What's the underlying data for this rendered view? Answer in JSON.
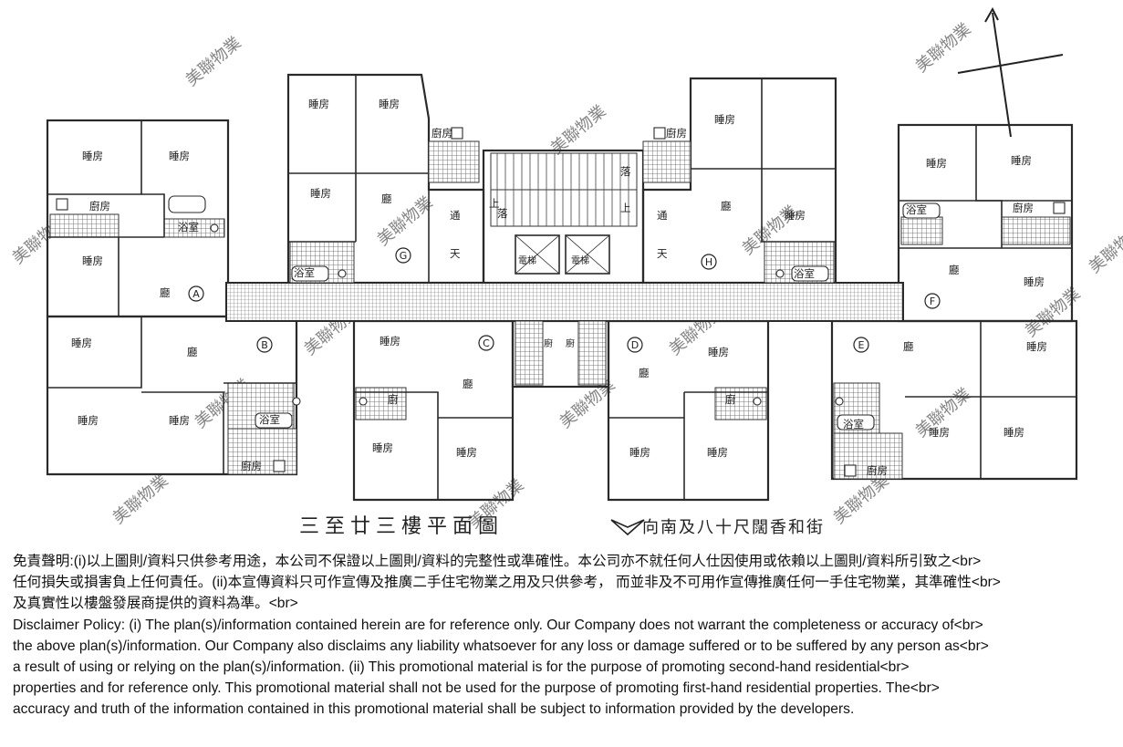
{
  "plan": {
    "title": "三至廿三樓平面圖",
    "orientation_note": "向南及八十尺闊香和街",
    "watermark_text": "美聯物業",
    "colors": {
      "ink": "#2a2a2a",
      "hatch": "#555555",
      "watermark": "#c8c8c8"
    },
    "labels": {
      "bedroom": "睡房",
      "living": "廳",
      "kitchen": "廚房",
      "kitchen_short": "廚",
      "bathroom": "浴室",
      "lift": "電梯",
      "light_well_1": "通",
      "light_well_2": "天",
      "stair_up": "上",
      "stair_down": "落",
      "living_alt": "睡房"
    },
    "units": [
      "A",
      "B",
      "C",
      "D",
      "E",
      "F",
      "G",
      "H"
    ]
  },
  "disclaimer": {
    "zh": [
      "免責聲明:(i)以上圖則/資料只供參考用途，本公司不保證以上圖則/資料的完整性或準確性。本公司亦不就任何人仕因使用或依賴以上圖則/資料所引致之<br>",
      "任何損失或損害負上任何責任。(ii)本宣傳資料只可作宣傳及推廣二手住宅物業之用及只供參考， 而並非及不可用作宣傳推廣任何一手住宅物業，其準確性<br>",
      "及真實性以樓盤發展商提供的資料為準。<br>"
    ],
    "en": [
      "Disclaimer Policy: (i) The plan(s)/information contained herein are for reference only. Our Company does not warrant the completeness or accuracy of<br>",
      "the above plan(s)/information. Our Company also disclaims any liability whatsoever for any loss or damage suffered or to be suffered by any person as<br>",
      "a result of using or relying on the plan(s)/information. (ii) This promotional material is for the purpose of promoting second-hand residential<br>",
      "properties and for reference only. This promotional material shall not be used for the purpose of promoting first-hand residential properties. The<br>",
      "accuracy and truth of the information contained in this promotional material shall be subject to information provided by the developers."
    ]
  }
}
